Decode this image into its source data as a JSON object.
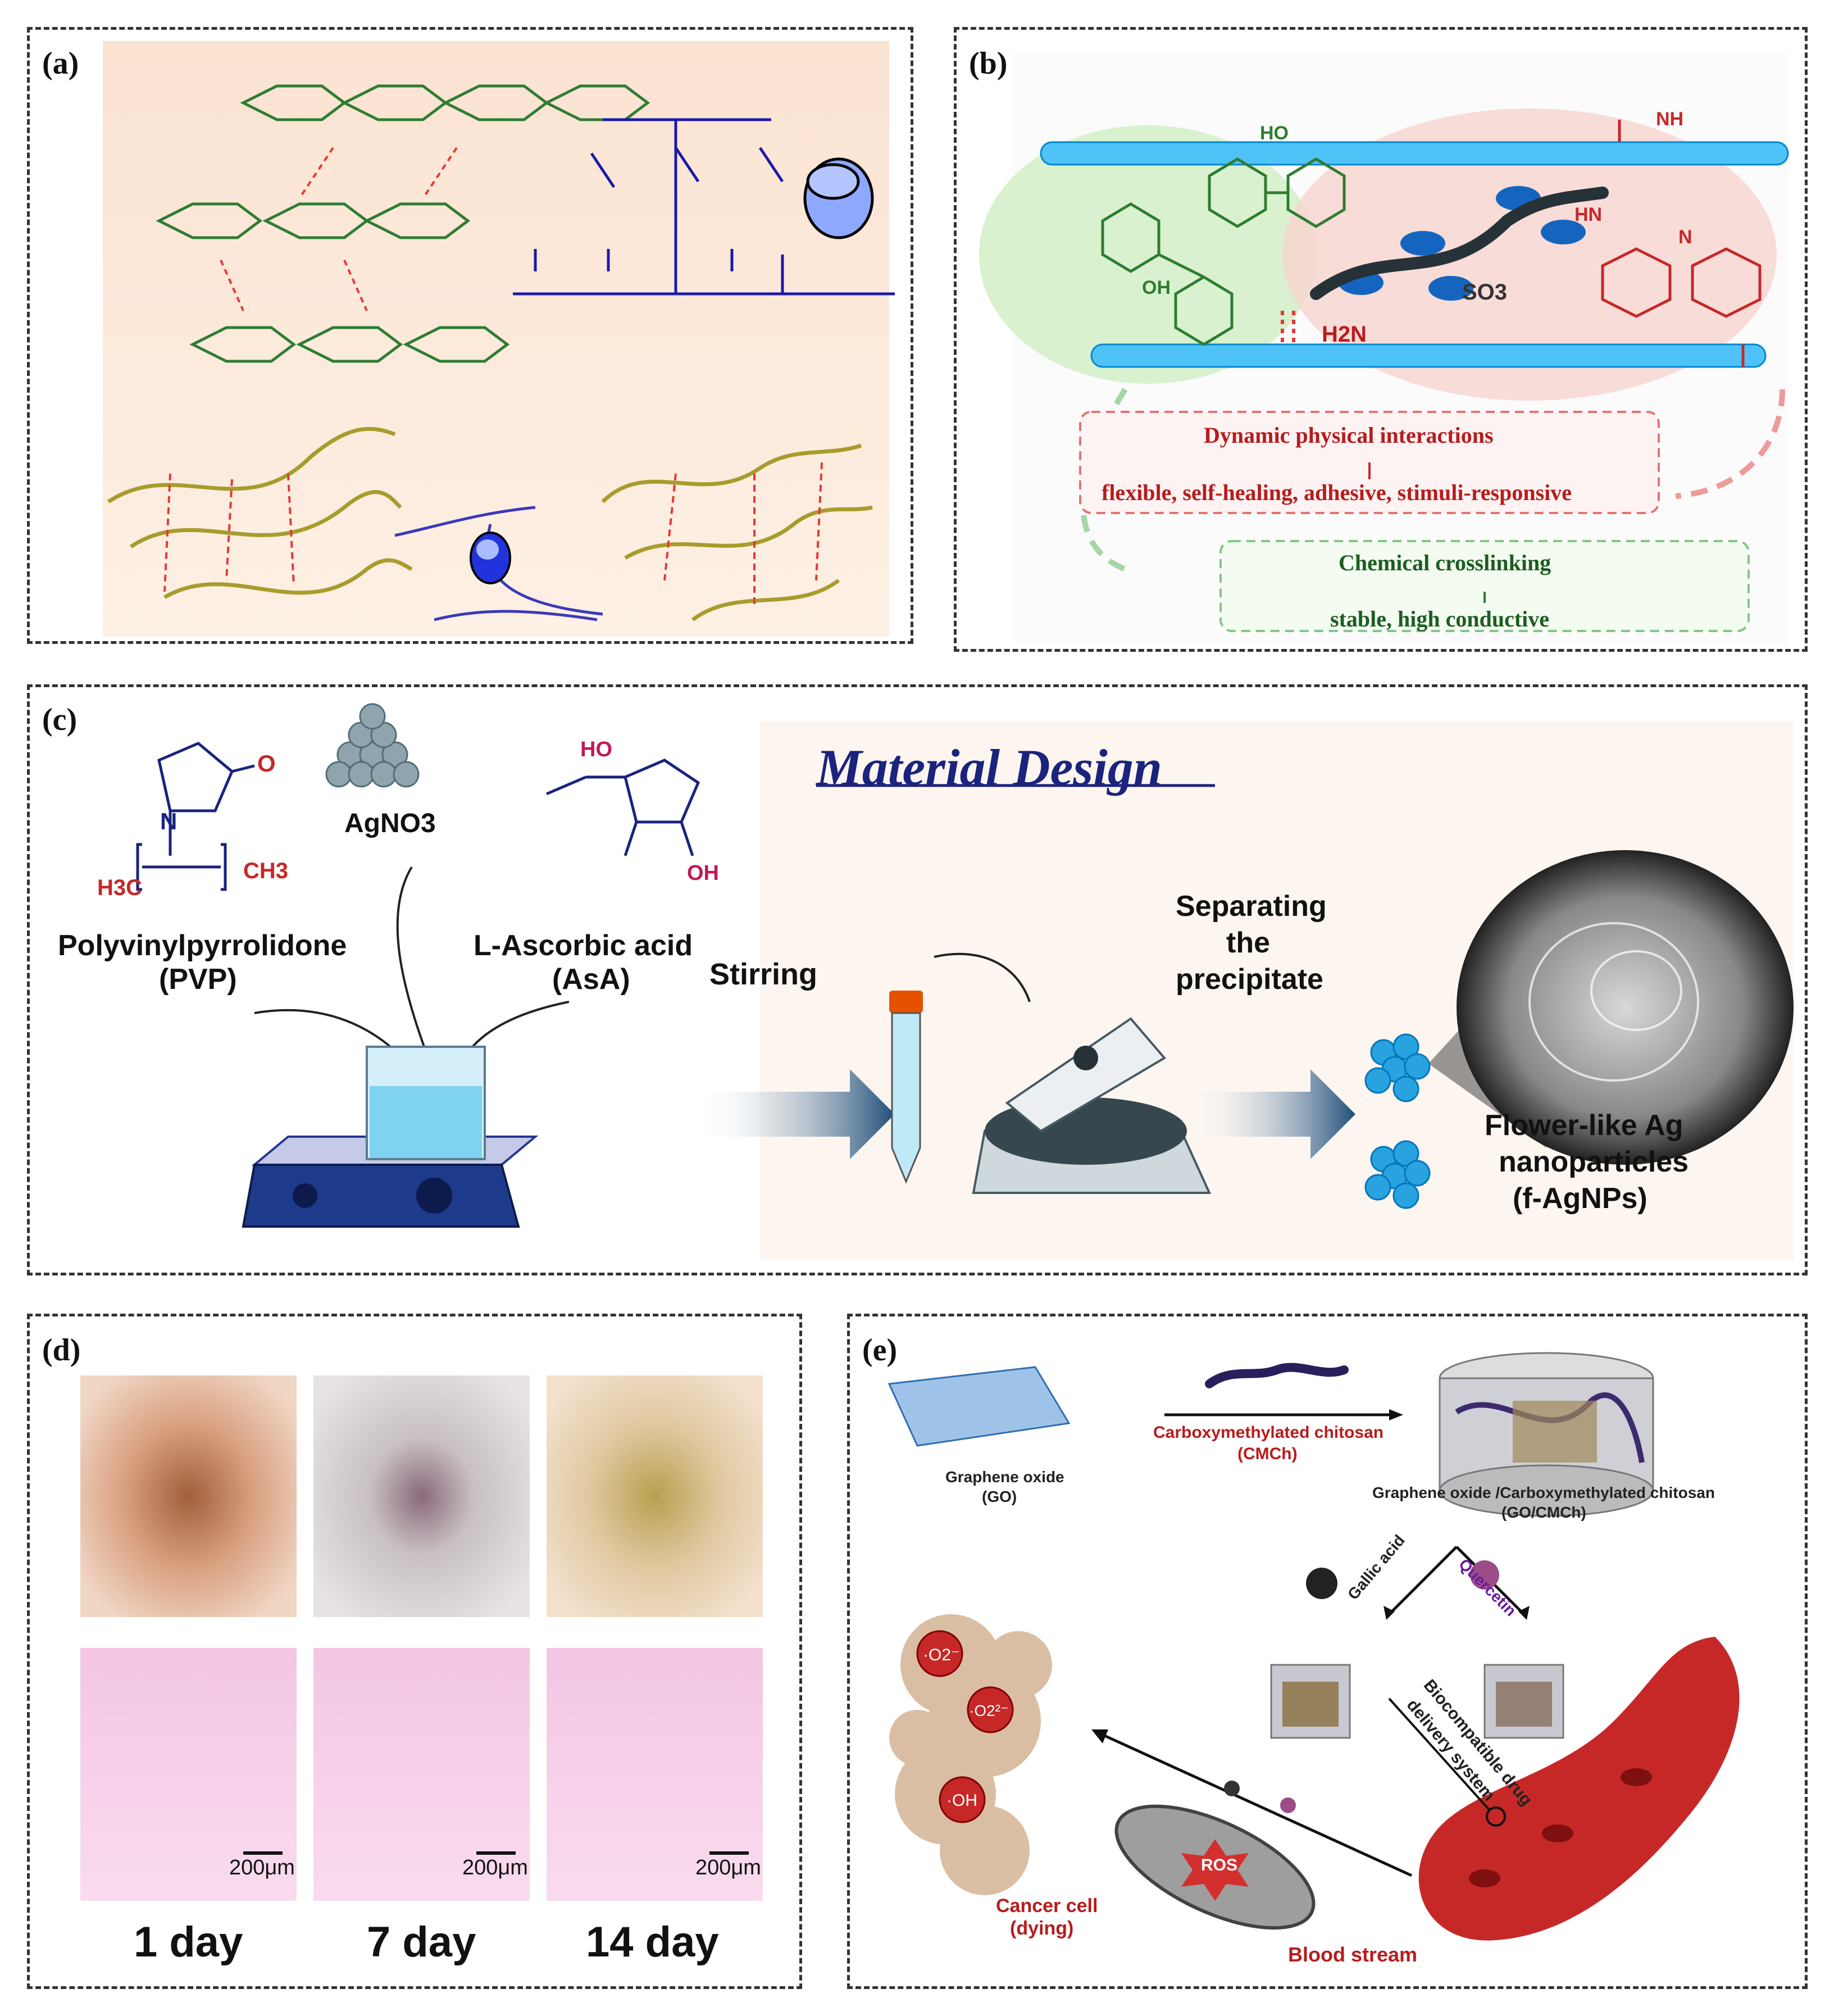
{
  "panel_a": {
    "label": "(a)"
  },
  "panel_b": {
    "label": "(b)",
    "physical": {
      "title": "Dynamic physical interactions",
      "props": "flexible, self-healing, adhesive, stimuli-responsive"
    },
    "chemical": {
      "title": "Chemical crosslinking",
      "props": "stable, high conductive"
    },
    "groups": {
      "so3": "SO3",
      "h2n": "H2N",
      "oh": "OH",
      "ho": "HO",
      "nh": "NH",
      "hn": "HN",
      "n": "N"
    }
  },
  "panel_c": {
    "label": "(c)",
    "title": "Material Design",
    "pvp_name": "Polyvinylpyrrolidone",
    "pvp_abbr": "(PVP)",
    "agno3": "AgNO3",
    "asa_name": "L-Ascorbic acid",
    "asa_abbr": "(AsA)",
    "stirring": "Stirring",
    "separating": [
      "Separating",
      "the",
      "precipitate"
    ],
    "flower": [
      "Flower-like Ag",
      "nanoparticles",
      "(f-AgNPs)"
    ],
    "groups": {
      "o": "O",
      "n": "N",
      "h3c": "H3C",
      "ch3": "CH3",
      "ho": "HO",
      "oh": "OH"
    }
  },
  "panel_d": {
    "label": "(d)",
    "scale_bar": "200μm",
    "days": [
      "1 day",
      "7 day",
      "14 day"
    ]
  },
  "panel_e": {
    "label": "(e)",
    "go": [
      "Graphene oxide",
      "(GO)"
    ],
    "cmch": [
      "Carboxymethylated chitosan",
      "(CMCh)"
    ],
    "go_cmch": [
      "Graphene oxide /Carboxymethylated chitosan",
      "(GO/CMCh)"
    ],
    "gallic": "Gallic acid",
    "quercetin": "Quercetin",
    "biocompat": [
      "Biocompatible drug",
      "delivery system"
    ],
    "ros": "ROS",
    "cancer": [
      "Cancer cell",
      "(dying)"
    ],
    "blood": "Blood stream",
    "radicals": [
      "·O2⁻",
      "·O2²⁻",
      "·OH"
    ]
  },
  "colors": {
    "chitosan_green": "#2e7d32",
    "polymer_blue": "#1a1aa8",
    "red_group": "#c62828",
    "navy_text": "#1a237e",
    "arrow_blue": "#1f4e79",
    "fiber_blue": "#4fc3f7"
  }
}
